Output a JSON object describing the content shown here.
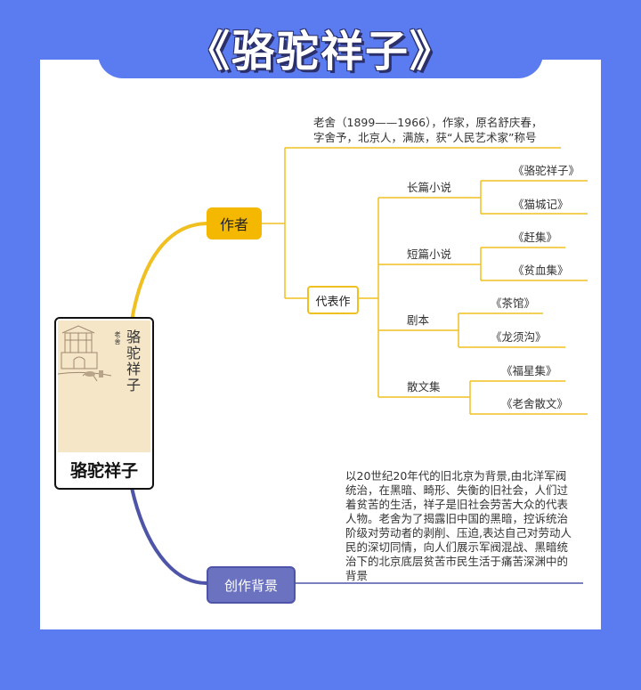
{
  "title": "《骆驼祥子》",
  "book": {
    "caption": "骆驼祥子",
    "cover_title": "骆驼祥子",
    "cover_author": "老舍"
  },
  "author": {
    "label": "作者",
    "intro": [
      "老舍（1899——1966），作家，原名舒庆春，",
      "字舍予，北京人，满族，获“人民艺术家”称号"
    ],
    "representative": {
      "label": "代表作",
      "categories": [
        {
          "name": "长篇小说",
          "works": [
            "《骆驼祥子》",
            "《猫城记》"
          ]
        },
        {
          "name": "短篇小说",
          "works": [
            "《赶集》",
            "《贫血集》"
          ]
        },
        {
          "name": "剧本",
          "works": [
            "《茶馆》",
            "《龙须沟》"
          ]
        },
        {
          "name": "散文集",
          "works": [
            "《福星集》",
            "《老舍散文》"
          ]
        }
      ]
    }
  },
  "background": {
    "label": "创作背景",
    "lines": [
      "以20世纪20年代的旧北京为背景,由北洋军阀",
      "统治，在黑暗、畸形、失衡的旧社会，人们过",
      "着贫苦的生活，祥子是旧社会劳苦大众的代表",
      "人物。老舍为了揭露旧中国的黑暗，控诉统治",
      "阶级对劳动者的剥削、压迫,表达自己对劳动人",
      "民的深切同情，向人们展示军阀混战、黑暗统",
      "治下的北京底层贫苦市民生活于痛苦深渊中的",
      "背景"
    ]
  },
  "colors": {
    "frame": "#5b7cf0",
    "author_branch": "#f0c020",
    "author_node": "#f5b800",
    "background_branch": "#4e55a8",
    "background_node": "#6b72c0"
  }
}
